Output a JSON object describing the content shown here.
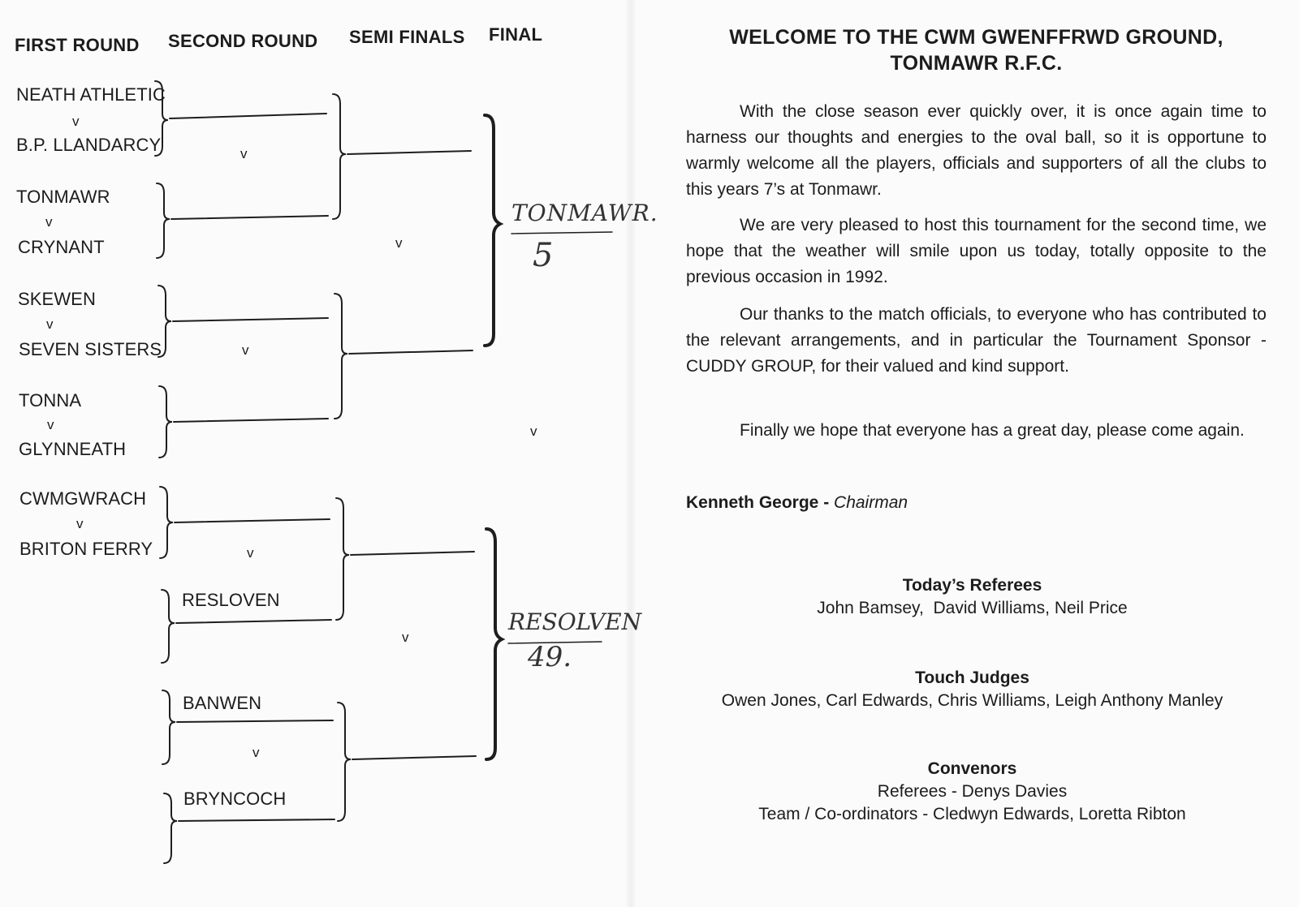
{
  "bracket": {
    "headers": {
      "first_round": "FIRST ROUND",
      "second_round": "SECOND ROUND",
      "semi_finals": "SEMI FINALS",
      "final": "FINAL"
    },
    "vs": "v",
    "first_round_matches": [
      {
        "home": "NEATH ATHLETIC",
        "away": "B.P. LLANDARCY"
      },
      {
        "home": "TONMAWR",
        "away": "CRYNANT"
      },
      {
        "home": "SKEWEN",
        "away": "SEVEN SISTERS"
      },
      {
        "home": "TONNA",
        "away": "GLYNNEATH"
      },
      {
        "home": "CWMGWRACH",
        "away": "BRITON FERRY"
      }
    ],
    "second_round_entries": [
      "RESLOVEN",
      "BANWEN",
      "BRYNCOCH"
    ],
    "handwritten": {
      "semi1_winner": "TONMAWR.",
      "semi1_score": "5",
      "semi2_winner": "RESOLVEN",
      "semi2_score": "49."
    }
  },
  "welcome": {
    "title_line1": "WELCOME TO THE CWM GWENFFRWD GROUND,",
    "title_line2": "TONMAWR R.F.C.",
    "paragraphs": [
      "With the close season ever quickly over, it is once again time to harness our thoughts and energies to the oval ball, so it is opportune to warmly welcome all the players, officials and supporters of all the clubs to this years 7’s at Tonmawr.",
      "We are very pleased to host this tournament for the second time, we hope that the weather will smile upon us today, totally opposite to the previous occasion in 1992.",
      "Our thanks to the match officials, to everyone who has contributed to the relevant arrangements, and in particular the Tournament Sponsor - CUDDY GROUP, for their valued and kind support.",
      "Finally we hope that everyone has a great day, please come again."
    ],
    "signature_name": "Kenneth George",
    "signature_sep": " - ",
    "signature_role": "Chairman"
  },
  "referees": {
    "heading": "Today’s Referees",
    "names": "John Bamsey,  David Williams, Neil Price"
  },
  "touch_judges": {
    "heading": "Touch Judges",
    "names": "Owen Jones, Carl Edwards, Chris Williams, Leigh Anthony Manley"
  },
  "convenors": {
    "heading": "Convenors",
    "line1": "Referees - Denys Davies",
    "line2": "Team / Co-ordinators - Cledwyn Edwards, Loretta Ribton"
  }
}
